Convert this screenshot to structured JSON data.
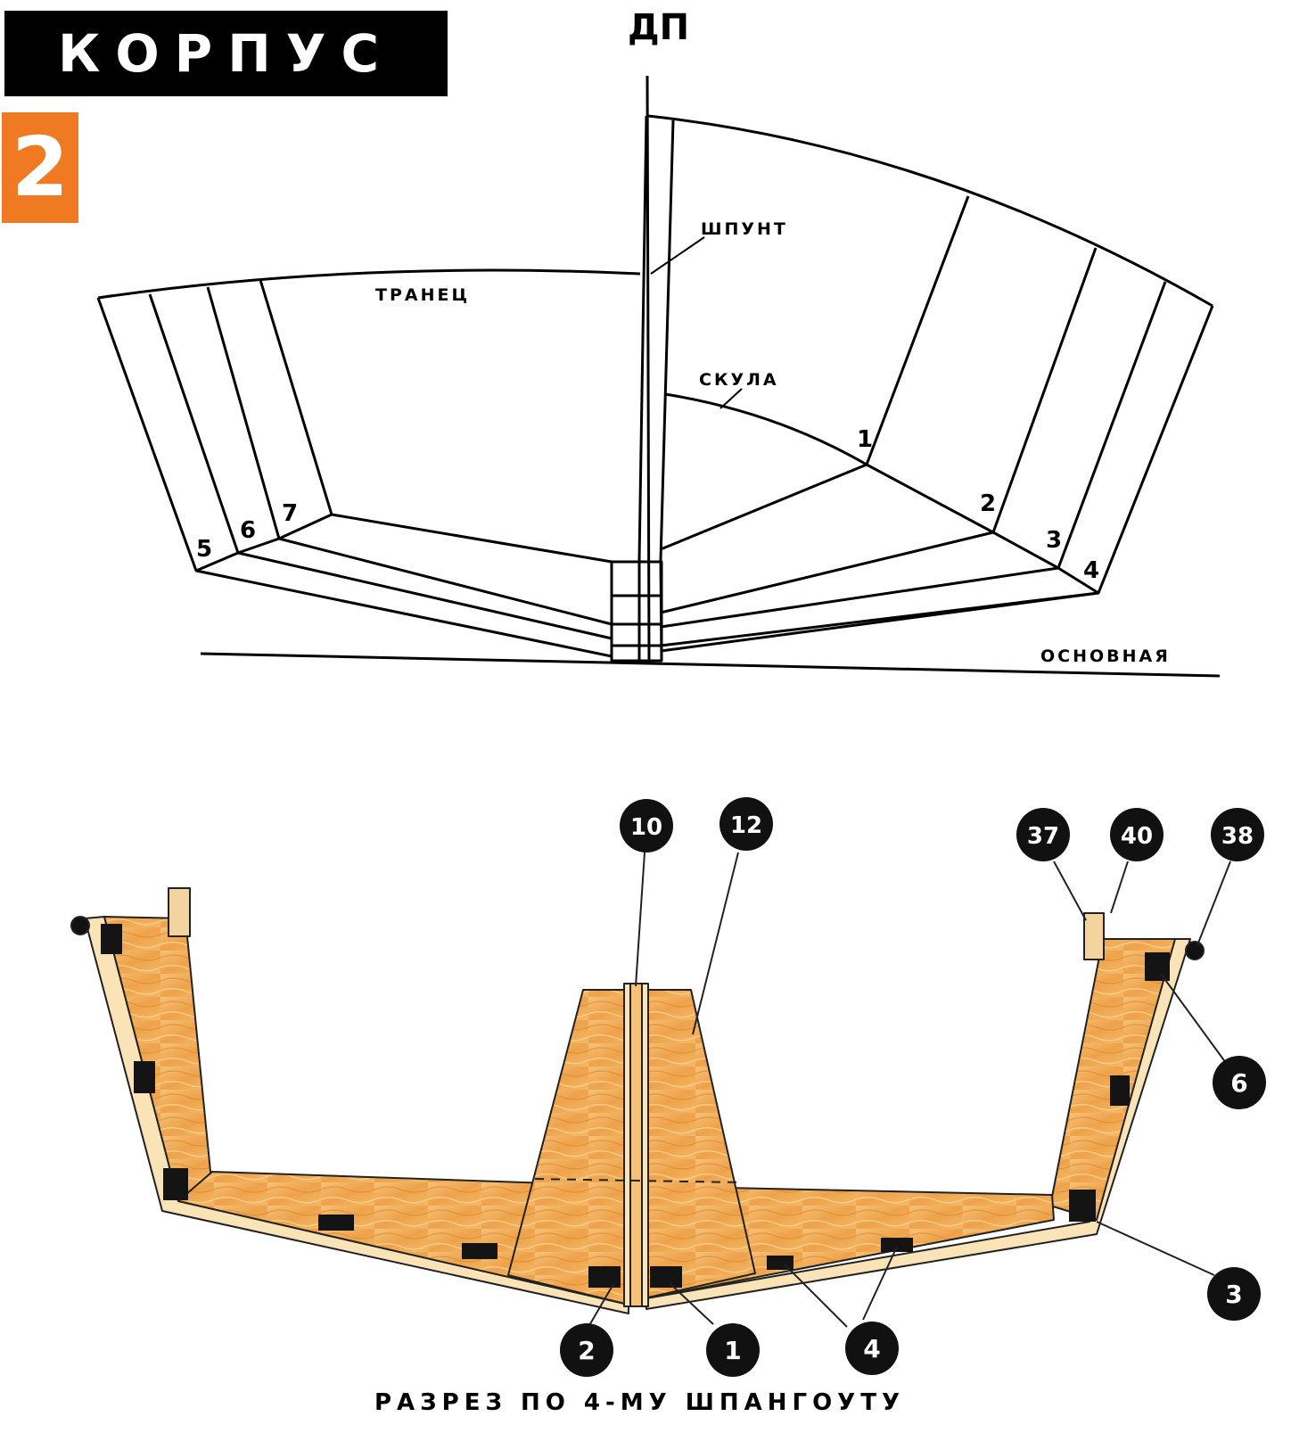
{
  "header": {
    "title": "КОРПУС",
    "number": "2"
  },
  "body_plan": {
    "centerline_label": "ДП",
    "rabbet_label": "ШПУНТ",
    "transom_label": "ТРАНЕЦ",
    "chine_label": "СКУЛА",
    "baseline_label": "ОСНОВНАЯ",
    "frame_numbers": [
      "1",
      "2",
      "3",
      "4",
      "5",
      "6",
      "7"
    ]
  },
  "section": {
    "caption": "РАЗРЕЗ ПО 4-МУ ШПАНГОУТУ",
    "part_numbers": [
      "10",
      "12",
      "37",
      "40",
      "38",
      "6",
      "3",
      "2",
      "1",
      "4"
    ],
    "colors": {
      "plywood": "#f2b15e",
      "plywood_dark": "#e69838",
      "wood_edge": "#fbe3b8"
    }
  }
}
